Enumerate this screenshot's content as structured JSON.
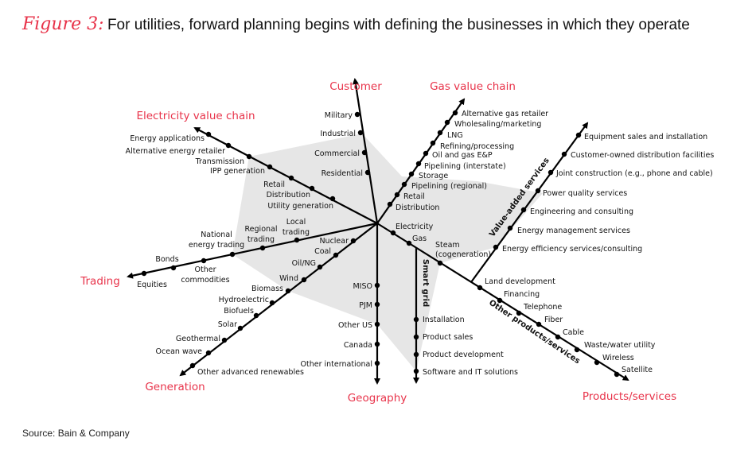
{
  "title": {
    "figure": "Figure 3:",
    "text": "For utilities, forward planning begins with defining the businesses in which they operate"
  },
  "source": "Source:  Bain & Company",
  "axes": {
    "customer": {
      "title": "Customer",
      "items": [
        "Military",
        "Industrial",
        "Commercial",
        "Residential"
      ]
    },
    "electricity": {
      "title": "Electricity value chain",
      "items": [
        "Energy applications",
        "Alternative energy retailer",
        "Transmission",
        "IPP generation",
        "Retail",
        "Distribution",
        "Utility generation"
      ]
    },
    "gas": {
      "title": "Gas value chain",
      "items": [
        "Alternative gas retailer",
        "Wholesaling/marketing",
        "LNG",
        "Refining/processing",
        "Oil and gas E&P",
        "Pipelining (interstate)",
        "Storage",
        "Pipelining (regional)",
        "Retail",
        "Distribution"
      ]
    },
    "value_added": {
      "title": "Value-added services",
      "items": [
        "Equipment sales and installation",
        "Customer-owned distribution facilities",
        "Joint construction (e.g., phone and cable)",
        "Power quality services",
        "Engineering and consulting",
        "Energy management services",
        "Energy efficiency services/consulting"
      ]
    },
    "products": {
      "title": "Products/services",
      "items": [
        "Electricity",
        "Gas",
        "Steam",
        "(cogeneration)"
      ]
    },
    "other_products": {
      "title": "Other products/services",
      "items": [
        "Land development",
        "Financing",
        "Telephone",
        "Fiber",
        "Cable",
        "Waste/water utility",
        "Wireless",
        "Satellite"
      ]
    },
    "smart_grid": {
      "title": "Smart grid",
      "items": [
        "Installation",
        "Product sales",
        "Product development",
        "Software and IT solutions"
      ]
    },
    "geography": {
      "title": "Geography",
      "items": [
        "MISO",
        "PJM",
        "Other US",
        "Canada",
        "Other international"
      ]
    },
    "trading": {
      "title": "Trading",
      "items": [
        "Local",
        "trading",
        "Regional",
        "trading",
        "National",
        "energy trading",
        "Bonds",
        "Other",
        "commodities",
        "Equities"
      ]
    },
    "generation": {
      "title": "Generation",
      "items": [
        "Nuclear",
        "Coal",
        "Oil/NG",
        "Wind",
        "Biomass",
        "Hydroelectric",
        "Biofuels",
        "Solar",
        "Geothermal",
        "Ocean wave",
        "Other advanced renewables"
      ]
    }
  },
  "colors": {
    "accent": "#e8334a",
    "shade": "#e6e6e6",
    "line": "#000000"
  }
}
